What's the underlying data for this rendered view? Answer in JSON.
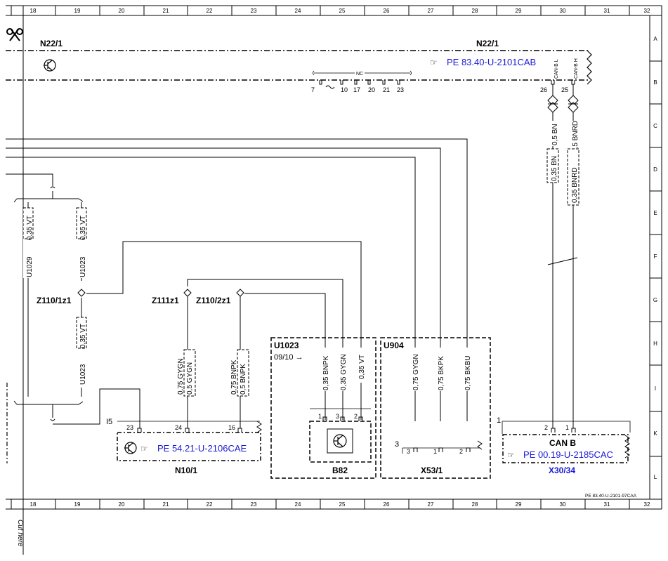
{
  "grid": {
    "columns": [
      "18",
      "19",
      "20",
      "21",
      "22",
      "23",
      "24",
      "25",
      "26",
      "27",
      "28",
      "29",
      "30",
      "31",
      "32"
    ],
    "rows": [
      "A",
      "B",
      "C",
      "D",
      "E",
      "F",
      "G",
      "H",
      "I",
      "K",
      "L"
    ]
  },
  "cut_text": "Cut here",
  "components": {
    "n22_1_left": "N22/1",
    "n22_1_right": "N22/1",
    "n22_1_ref": "PE 83.40-U-2101CAB",
    "nc_label": "NC",
    "n22_1_pins": [
      "7",
      "10",
      "17",
      "20",
      "21",
      "23"
    ],
    "can_l_label": "CAN-B L",
    "can_h_label": "CAN-B H",
    "can_pins": [
      "26",
      "25"
    ],
    "z110_1z1": "Z110/1z1",
    "z111z1": "Z111z1",
    "z110_2z1": "Z110/2z1",
    "n10_1": "N10/1",
    "n10_1_ref": "PE 54.21-U-2106CAE",
    "n10_1_pins": [
      "23",
      "24",
      "16"
    ],
    "n10_1_conn": "I5",
    "u1023_box": "U1023",
    "u1023_date": "09/10 →",
    "b82": "B82",
    "b82_pins": [
      "1",
      "3",
      "2"
    ],
    "u904_box": "U904",
    "x53_1": "X53/1",
    "x53_1_pins": [
      "3",
      "1",
      "2"
    ],
    "x53_1_conn": "3",
    "can_b": "CAN B",
    "x30_34": "X30/34",
    "x30_34_ref": "PE 00.19-U-2185CAC",
    "x30_34_pins": [
      "2",
      "1"
    ],
    "x30_34_conn": "1",
    "footer_ref": "PE 83.40-U-2101-97CAA"
  },
  "wires": {
    "u1029_a": "U1029",
    "vt_a": "0,35 VT",
    "u1023_a": "U1023",
    "vt_b": "0,35 VT",
    "vt_c": "0,35 VT",
    "u1023_b": "U1023",
    "gygn_a": "0,75 GYGN",
    "gygn_b": "0,5 GYGN",
    "bnpk_a": "0,75 BNPK",
    "bnpk_b": "0,5 BNPK",
    "b82_bnpk": "0,35 BNPK",
    "b82_gygn": "0,35 GYGN",
    "b82_vt": "0,35 VT",
    "x53_gygn": "0,75 GYGN",
    "x53_bkpk": "0,75 BKPK",
    "x53_bkbu": "0,75 BKBU",
    "can_bn_a": "0,5 BN",
    "can_bnrd_a": "0,5 BNRD",
    "can_bn_b": "0,35 BN",
    "can_bnrd_b": "0,35 BNRD"
  }
}
